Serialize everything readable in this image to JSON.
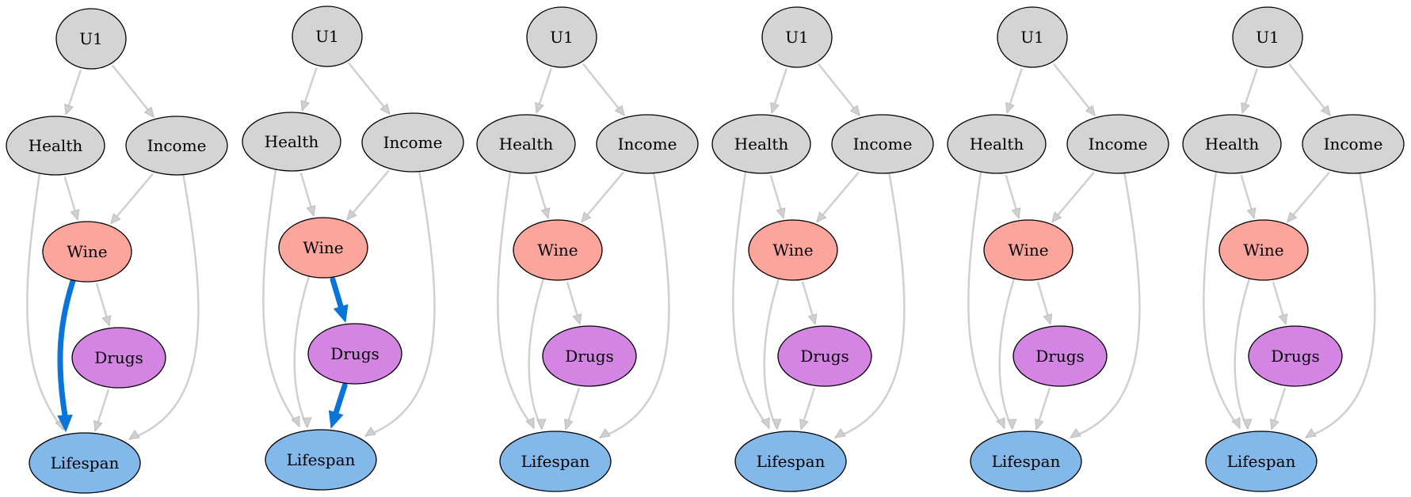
{
  "colors": {
    "confounder": "#d4d4d4",
    "treatment": "#fca59c",
    "mediator": "#d485e4",
    "outcome": "#82b8ea",
    "edge": "#d0d0d0",
    "highlight": "#0b74d9"
  },
  "node_labels": {
    "U1": "U1",
    "Health": "Health",
    "Income": "Income",
    "Wine": "Wine",
    "Drugs": "Drugs",
    "Lifespan": "Lifespan"
  },
  "edges": [
    {
      "from": "U1",
      "to": "Health"
    },
    {
      "from": "U1",
      "to": "Income"
    },
    {
      "from": "Health",
      "to": "Wine"
    },
    {
      "from": "Income",
      "to": "Wine"
    },
    {
      "from": "Health",
      "to": "Lifespan"
    },
    {
      "from": "Income",
      "to": "Lifespan"
    },
    {
      "from": "Wine",
      "to": "Drugs"
    },
    {
      "from": "Wine",
      "to": "Lifespan"
    },
    {
      "from": "Drugs",
      "to": "Lifespan"
    }
  ],
  "panels": [
    {
      "highlight": [
        [
          "Wine",
          "Lifespan"
        ]
      ]
    },
    {
      "highlight": [
        [
          "Wine",
          "Drugs"
        ],
        [
          "Drugs",
          "Lifespan"
        ]
      ]
    },
    {
      "highlight": []
    },
    {
      "highlight": []
    },
    {
      "highlight": []
    },
    {
      "highlight": []
    }
  ]
}
